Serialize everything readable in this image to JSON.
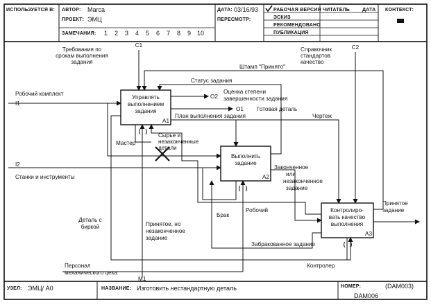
{
  "header": {
    "used_in_label": "ИСПОЛЬЗУЕТСЯ В:",
    "author_label": "АВТОР:",
    "author_value": "Marca",
    "project_label": "ПРОЕКТ:",
    "project_value": "ЭМЦ",
    "notes_label": "ЗАМЕЧАНИЯ:",
    "notes_numbers": [
      "1",
      "2",
      "3",
      "4",
      "5",
      "6",
      "7",
      "8",
      "9",
      "10"
    ],
    "date_label": "ДАТА:",
    "date_value": "03/16/93",
    "revision_label": "ПЕРЕСМОТР:",
    "status_rows": [
      "РАБОЧАЯ ВЕРСИЯ",
      "ЭСКИЗ",
      "РЕКОМЕНДОВАНО",
      "ПУБЛИКАЦИЯ"
    ],
    "reader_label": "ЧИТАТЕЛЬ",
    "reader_date_label": "ДАТА",
    "context_label": "КОНТЕКСТ:"
  },
  "blocks": [
    {
      "id": "A1",
      "lines": [
        "Управлять",
        "выполнением",
        "задания"
      ]
    },
    {
      "id": "A2",
      "lines": [
        "Выполнить",
        "задание"
      ]
    },
    {
      "id": "A3",
      "lines": [
        "Контролиро-",
        "вать качество",
        "выполнения"
      ]
    }
  ],
  "labels": {
    "c1": "C1",
    "c1_text": [
      "Требования по",
      "срокам выполнения",
      "задания"
    ],
    "c2": "C2",
    "c2_text": [
      "Справочник",
      "стандартов",
      "качество"
    ],
    "stamp": "Штамп \"Принято\"",
    "status": "Статус задания",
    "o2": "O2",
    "o2_text": [
      "Оценка степени",
      "завершенности задания"
    ],
    "o1": "O1",
    "o1_text": "Готовая деталь",
    "plan": "План выполнения задания",
    "drawing": "Чертеж",
    "i1": "I1",
    "i1_text": "Робочий комплект",
    "master": "Мастер",
    "raw": [
      "Сырье и",
      "незаконченные",
      "детали"
    ],
    "i2": "I2",
    "i2_text": "Станки и инструменты",
    "finished": [
      "Законченное",
      "или",
      "незаконченное",
      "задание"
    ],
    "accepted": [
      "Принятое",
      "задание"
    ],
    "part_tag": [
      "Деталь с",
      "биркой"
    ],
    "accepted_unfinished": [
      "Принятое, но",
      "незаконченное",
      "задание"
    ],
    "defect": "Брак",
    "worker": "Робочий",
    "rejected": "Забракованное задание",
    "controller": "Контролер",
    "personnel": [
      "Персонал",
      "механического цеха"
    ],
    "m1": "M1"
  },
  "footer": {
    "node_label": "УЗЕЛ:",
    "node_value": "ЭМЦ/ А0",
    "title_label": "НАЗВАНИЕ:",
    "title_value": "Изготовить нестандартную деталь",
    "number_label": "НОМЕР:",
    "number_value": "(DAM003)",
    "number_sub": "DAM006"
  }
}
